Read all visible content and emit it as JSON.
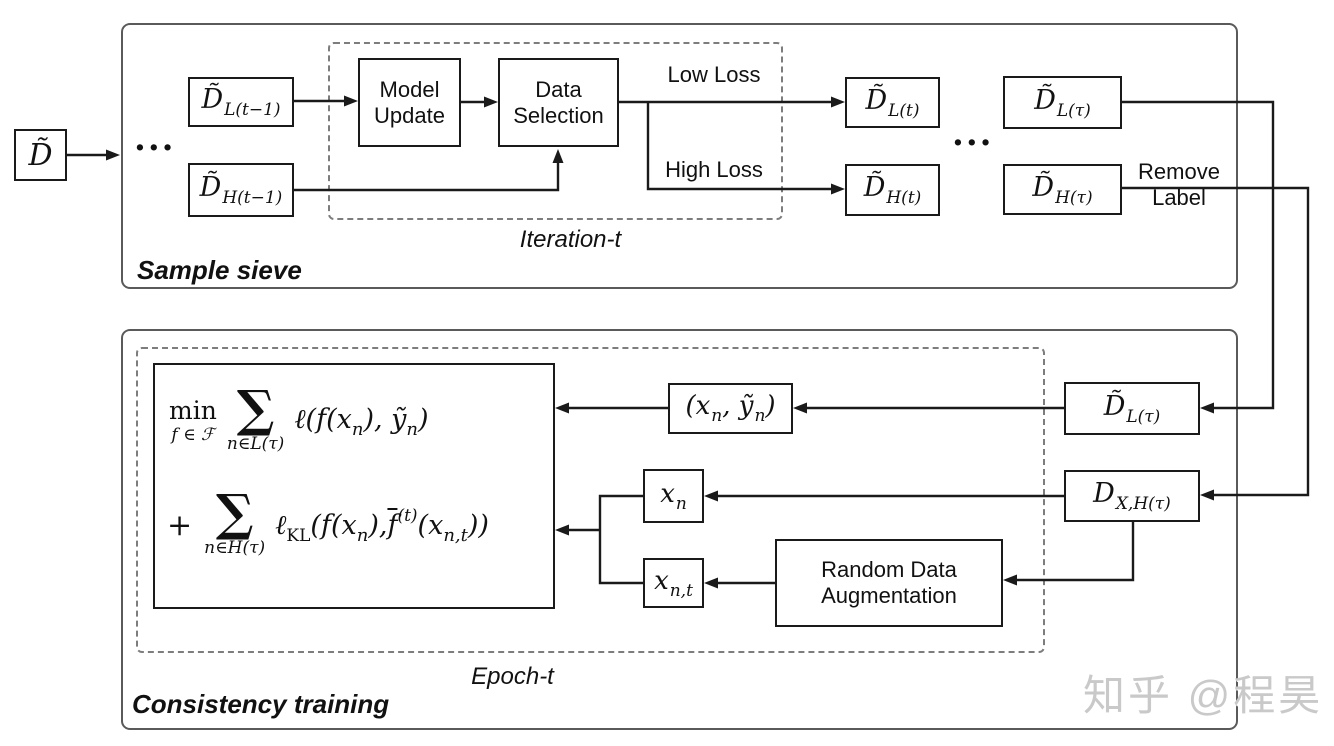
{
  "sections": {
    "sample_sieve": "Sample sieve",
    "consistency_training": "Consistency training",
    "iteration": "Iteration-t",
    "epoch": "Epoch-t"
  },
  "nodes": {
    "d_input": {
      "base": "D̃"
    },
    "dl_prev": {
      "base": "D̃",
      "sub": "L(t−1)"
    },
    "dh_prev": {
      "base": "D̃",
      "sub": "H(t−1)"
    },
    "model_update": {
      "label": "Model Update"
    },
    "data_selection": {
      "label": "Data Selection"
    },
    "dl_t": {
      "base": "D̃",
      "sub": "L(t)"
    },
    "dh_t": {
      "base": "D̃",
      "sub": "H(t)"
    },
    "dl_tau": {
      "base": "D̃",
      "sub": "L(τ)"
    },
    "dh_tau": {
      "base": "D̃",
      "sub": "H(τ)"
    },
    "dl_tau_b": {
      "base": "D̃",
      "sub": "L(τ)"
    },
    "dxh_tau": {
      "base": "D",
      "sub": "X,H(τ)"
    },
    "xy_pair": {
      "p1": "(x",
      "s1": "n",
      "p2": ", ỹ",
      "s2": "n",
      "p3": ")"
    },
    "x_n": {
      "p1": "x",
      "s1": "n"
    },
    "x_nt": {
      "p1": "x",
      "s1": "n,t"
    },
    "random_aug": {
      "label": "Random Data Augmentation"
    }
  },
  "edges": {
    "low_loss": "Low Loss",
    "high_loss": "High Loss",
    "remove_label": "Remove Label"
  },
  "ellipsis": {
    "left": "···",
    "mid": "···"
  },
  "formula": {
    "min": "min",
    "min_sub": "f ∈ ℱ",
    "sum": "∑",
    "sum1_sub": "n∈L(τ)",
    "sum2_sub": "n∈H(τ)",
    "l1_a": "ℓ(f(x",
    "l1_a_sub": "n",
    "l1_b": "), ỹ",
    "l1_b_sub": "n",
    "l1_c": ")",
    "plus": "+",
    "l2_a": "ℓ",
    "l2_a_sub": "KL",
    "l2_b": "(f(x",
    "l2_b_sub": "n",
    "l2_c": "),",
    "l2_f": "f",
    "l2_sup": "(t)",
    "l2_d": "(x",
    "l2_d_sub": "n,t",
    "l2_e": "))"
  },
  "watermark": "知乎 @程昊"
}
